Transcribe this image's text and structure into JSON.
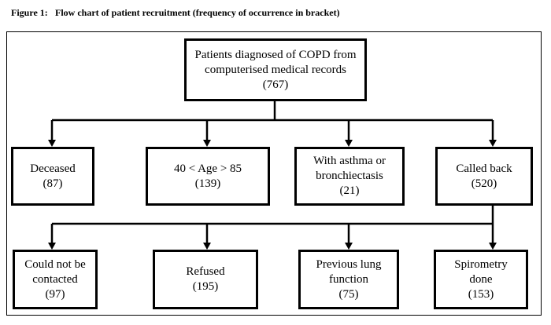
{
  "figure": {
    "number": "Figure 1:",
    "title": "Flow chart of patient recruitment (frequency of occurrence in bracket)"
  },
  "root": {
    "lines": [
      "Patients diagnosed of COPD from",
      "computerised medical records"
    ],
    "count": "(767)"
  },
  "level1": [
    {
      "lines": [
        "Deceased"
      ],
      "count": "(87)"
    },
    {
      "lines": [
        "40 < Age > 85"
      ],
      "count": "(139)"
    },
    {
      "lines": [
        "With asthma or",
        "bronchiectasis"
      ],
      "count": "(21)"
    },
    {
      "lines": [
        "Called back"
      ],
      "count": "(520)"
    }
  ],
  "level2": [
    {
      "lines": [
        "Could not be",
        "contacted"
      ],
      "count": "(97)"
    },
    {
      "lines": [
        "Refused"
      ],
      "count": "(195)"
    },
    {
      "lines": [
        "Previous lung",
        "function"
      ],
      "count": "(75)"
    },
    {
      "lines": [
        "Spirometry",
        "done"
      ],
      "count": "(153)"
    }
  ]
}
